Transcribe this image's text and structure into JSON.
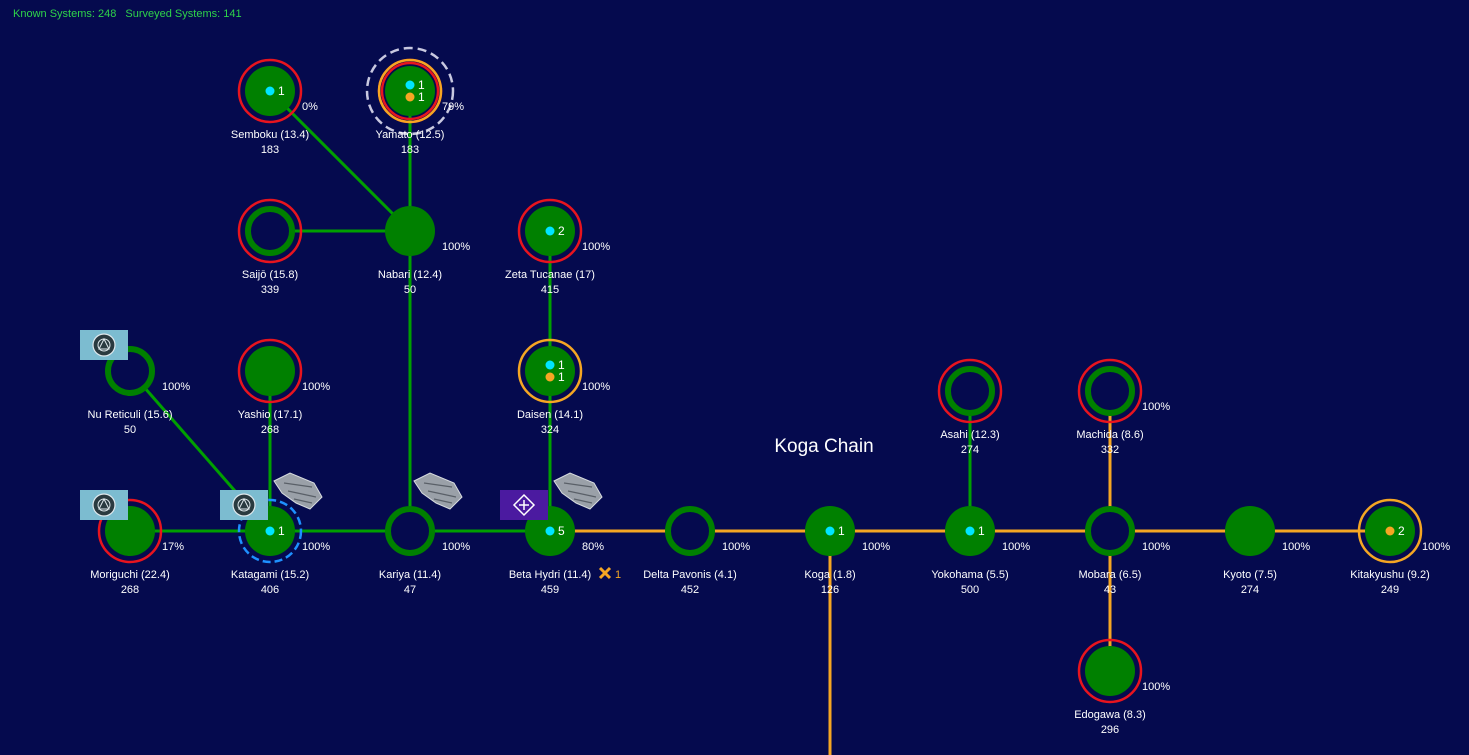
{
  "header": {
    "known_label": "Known Systems: 248",
    "surveyed_label": "Surveyed Systems: 141"
  },
  "map_title": "Koga Chain",
  "colors": {
    "background": "#050a4e",
    "system_fill": "#008000",
    "ring_red": "#e8141e",
    "ring_orange": "#f5a623",
    "ring_white_dashed": "#c8c8e0",
    "ring_blue_dashed": "#1e90ff",
    "link_green": "#00a000",
    "link_orange": "#f5a623",
    "dot_cyan": "#00e5ff",
    "dot_orange": "#f5a623",
    "header_text": "#2ed34a"
  },
  "systems": [
    {
      "id": "semboku",
      "name": "Semboku",
      "dist": "(13.4)",
      "pop": "183",
      "pct": "0%",
      "hollow": false,
      "rings": [
        "red"
      ],
      "dots": [
        {
          "color": "cyan",
          "count": "1"
        }
      ]
    },
    {
      "id": "yamato",
      "name": "Yamato",
      "dist": "(12.5)",
      "pop": "183",
      "pct": "79%",
      "hollow": false,
      "rings": [
        "red",
        "orange",
        "white-dashed"
      ],
      "dots": [
        {
          "color": "cyan",
          "count": "1"
        },
        {
          "color": "orange",
          "count": "1"
        }
      ]
    },
    {
      "id": "saijo",
      "name": "Saijō",
      "dist": "(15.8)",
      "pop": "339",
      "pct": "",
      "hollow": true,
      "rings": [
        "red"
      ],
      "dots": []
    },
    {
      "id": "nabari",
      "name": "Nabari",
      "dist": "(12.4)",
      "pop": "50",
      "pct": "100%",
      "hollow": false,
      "rings": [],
      "dots": []
    },
    {
      "id": "zeta-tucanae",
      "name": "Zeta Tucanae",
      "dist": "(17)",
      "pop": "415",
      "pct": "100%",
      "hollow": false,
      "rings": [
        "red"
      ],
      "dots": [
        {
          "color": "cyan",
          "count": "2"
        }
      ]
    },
    {
      "id": "nu-reticuli",
      "name": "Nu Reticuli",
      "dist": "(15.6)",
      "pop": "50",
      "pct": "100%",
      "hollow": true,
      "rings": [],
      "dots": [],
      "flag": true
    },
    {
      "id": "yashio",
      "name": "Yashio",
      "dist": "(17.1)",
      "pop": "268",
      "pct": "100%",
      "hollow": false,
      "rings": [
        "red"
      ],
      "dots": []
    },
    {
      "id": "daisen",
      "name": "Daisen",
      "dist": "(14.1)",
      "pop": "324",
      "pct": "100%",
      "hollow": false,
      "rings": [
        "orange"
      ],
      "dots": [
        {
          "color": "cyan",
          "count": "1"
        },
        {
          "color": "orange",
          "count": "1"
        }
      ]
    },
    {
      "id": "asahi",
      "name": "Asahi",
      "dist": "(12.3)",
      "pop": "274",
      "pct": "",
      "hollow": true,
      "rings": [
        "red"
      ],
      "dots": []
    },
    {
      "id": "machida",
      "name": "Machida",
      "dist": "(8.6)",
      "pop": "332",
      "pct": "100%",
      "hollow": true,
      "rings": [
        "red"
      ],
      "dots": []
    },
    {
      "id": "moriguchi",
      "name": "Moriguchi",
      "dist": "(22.4)",
      "pop": "268",
      "pct": "17%",
      "hollow": false,
      "rings": [
        "red"
      ],
      "dots": [],
      "flag": true
    },
    {
      "id": "katagami",
      "name": "Katagami",
      "dist": "(15.2)",
      "pop": "406",
      "pct": "100%",
      "hollow": false,
      "rings": [
        "blue-dashed"
      ],
      "dots": [
        {
          "color": "cyan",
          "count": "1"
        }
      ],
      "flag": true,
      "ship": true
    },
    {
      "id": "kariya",
      "name": "Kariya",
      "dist": "(11.4)",
      "pop": "47",
      "pct": "100%",
      "hollow": true,
      "rings": [],
      "dots": [],
      "ship": true
    },
    {
      "id": "beta-hydri",
      "name": "Beta Hydri",
      "dist": "(11.4)",
      "pop": "459",
      "pct": "80%",
      "hollow": false,
      "rings": [],
      "dots": [
        {
          "color": "cyan",
          "count": "5"
        }
      ],
      "ship": true,
      "purple_flag": true,
      "cross": "1"
    },
    {
      "id": "delta-pavonis",
      "name": "Delta Pavonis",
      "dist": "(4.1)",
      "pop": "452",
      "pct": "100%",
      "hollow": true,
      "rings": [],
      "dots": []
    },
    {
      "id": "koga",
      "name": "Koga",
      "dist": "(1.8)",
      "pop": "126",
      "pct": "100%",
      "hollow": false,
      "rings": [],
      "dots": [
        {
          "color": "cyan",
          "count": "1"
        }
      ]
    },
    {
      "id": "yokohama",
      "name": "Yokohama",
      "dist": "(5.5)",
      "pop": "500",
      "pct": "100%",
      "hollow": false,
      "rings": [],
      "dots": [
        {
          "color": "cyan",
          "count": "1"
        }
      ]
    },
    {
      "id": "mobara",
      "name": "Mobara",
      "dist": "(6.5)",
      "pop": "43",
      "pct": "100%",
      "hollow": true,
      "rings": [],
      "dots": []
    },
    {
      "id": "kyoto",
      "name": "Kyoto",
      "dist": "(7.5)",
      "pop": "274",
      "pct": "100%",
      "hollow": false,
      "rings": [],
      "dots": []
    },
    {
      "id": "kitakyushu",
      "name": "Kitakyushu",
      "dist": "(9.2)",
      "pop": "249",
      "pct": "100%",
      "hollow": false,
      "rings": [
        "orange"
      ],
      "dots": [
        {
          "color": "orange",
          "count": "2"
        }
      ]
    },
    {
      "id": "edogawa",
      "name": "Edogawa",
      "dist": "(8.3)",
      "pop": "296",
      "pct": "100%",
      "hollow": false,
      "rings": [
        "red"
      ],
      "dots": []
    }
  ],
  "links": [
    {
      "from": "semboku",
      "to": "nabari",
      "color": "green"
    },
    {
      "from": "yamato",
      "to": "nabari",
      "color": "green"
    },
    {
      "from": "saijo",
      "to": "nabari",
      "color": "green"
    },
    {
      "from": "nabari",
      "to": "kariya",
      "color": "green"
    },
    {
      "from": "zeta-tucanae",
      "to": "daisen",
      "color": "green"
    },
    {
      "from": "daisen",
      "to": "beta-hydri",
      "color": "green"
    },
    {
      "from": "nu-reticuli",
      "to": "katagami",
      "color": "green"
    },
    {
      "from": "yashio",
      "to": "katagami",
      "color": "green"
    },
    {
      "from": "moriguchi",
      "to": "katagami",
      "color": "green"
    },
    {
      "from": "katagami",
      "to": "kariya",
      "color": "green"
    },
    {
      "from": "kariya",
      "to": "beta-hydri",
      "color": "green"
    },
    {
      "from": "asahi",
      "to": "yokohama",
      "color": "green"
    },
    {
      "from": "beta-hydri",
      "to": "delta-pavonis",
      "color": "orange"
    },
    {
      "from": "delta-pavonis",
      "to": "koga",
      "color": "orange"
    },
    {
      "from": "koga",
      "to": "yokohama",
      "color": "orange"
    },
    {
      "from": "yokohama",
      "to": "mobara",
      "color": "orange"
    },
    {
      "from": "mobara",
      "to": "kyoto",
      "color": "orange"
    },
    {
      "from": "kyoto",
      "to": "kitakyushu",
      "color": "orange"
    },
    {
      "from": "machida",
      "to": "mobara",
      "color": "orange"
    },
    {
      "from": "mobara",
      "to": "edogawa",
      "color": "orange"
    },
    {
      "from": "koga",
      "to": "offscreen-south",
      "color": "orange"
    }
  ]
}
